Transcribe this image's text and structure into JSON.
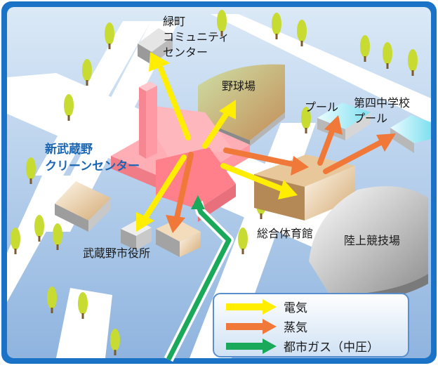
{
  "labels": {
    "midoricho_1": "緑町",
    "midoricho_2": "コミュニティ",
    "midoricho_3": "センター",
    "baseball": "野球場",
    "pool": "プール",
    "school_pool_1": "第四中学校",
    "school_pool_2": "プール",
    "clean_center_1": "新武蔵野",
    "clean_center_2": "クリーンセンター",
    "gymnasium": "総合体育館",
    "city_hall": "武蔵野市役所",
    "athletics": "陸上競技場"
  },
  "legend": {
    "electricity": "電気",
    "steam": "蒸気",
    "gas": "都市ガス（中圧）"
  },
  "colors": {
    "frame": "#1a73c7",
    "electricity": "#ffee00",
    "steam": "#f07838",
    "gas": "#1aa85a",
    "clean_center": "#ff7f8a"
  }
}
